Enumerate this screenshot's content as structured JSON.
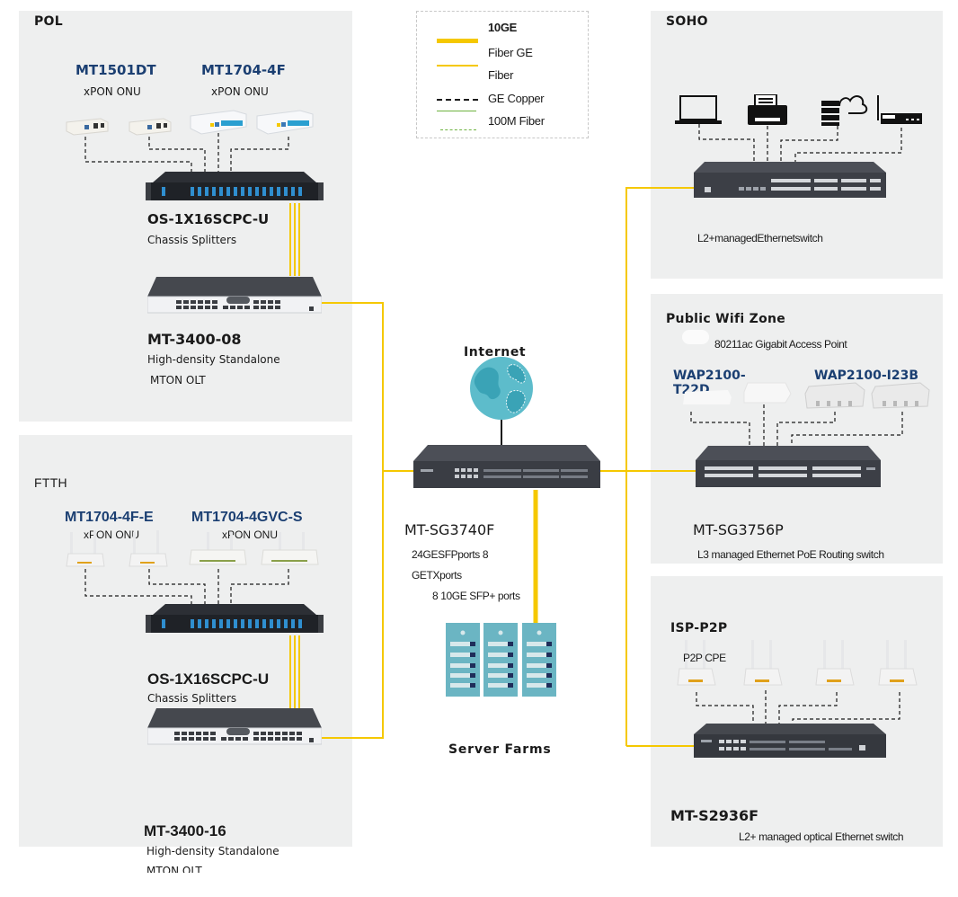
{
  "colors": {
    "zone_bg": "#eeefef",
    "fiber_10ge": "#f5c800",
    "fiber_ge": "#f5c800",
    "copper": "#1a1a1a",
    "fiber_100m": "#6db33f",
    "model_blue": "#1b3f72",
    "server_teal": "#6bb5c3"
  },
  "legend": {
    "items": [
      {
        "label": "10GE",
        "style": "thick-yellow-line"
      },
      {
        "label": "Fiber GE",
        "style": "thin-yellow-line"
      },
      {
        "label": "Fiber",
        "style": "none"
      },
      {
        "label": "GE Copper",
        "style": "black-dashed-line"
      },
      {
        "label": "100M Fiber",
        "style": "green-dashed-line"
      }
    ]
  },
  "zones": {
    "pol": {
      "title": "POL",
      "onus": [
        {
          "model": "MT1501DT",
          "type": "xPON ONU"
        },
        {
          "model": "MT1704-4F",
          "type": "xPON ONU"
        }
      ],
      "splitter": {
        "model": "OS-1X16SCPC-U",
        "desc": "Chassis Splitters"
      },
      "olt": {
        "model": "MT-3400-08",
        "desc_line1": "High-density  Standalone",
        "desc_line2": "MTON OLT"
      }
    },
    "ftth": {
      "title": "FTTH",
      "onus": [
        {
          "model": "MT1704-4F-E",
          "type": "xPON ONU"
        },
        {
          "model": "MT1704-4GVC-S",
          "type": "xPON ONU"
        }
      ],
      "splitter": {
        "model": "OS-1X16SCPC-U",
        "desc": "Chassis Splitters"
      },
      "olt": {
        "model": "MT-3400-16",
        "desc_line1": "High-density Standalone",
        "desc_line2": "MTON OLT"
      }
    },
    "soho": {
      "title": "SOHO",
      "endpoints": [
        "laptop-icon",
        "printer-icon",
        "server-cloud-icon",
        "router-icon"
      ],
      "switch": {
        "desc": "L2+managedEthernetswitch"
      }
    },
    "wifi": {
      "title": "Public Wifi  Zone",
      "ap_desc": "80211ac Gigabit Access Point",
      "aps": [
        {
          "model_line1": "WAP2100-",
          "model_line2": "T22D"
        },
        {
          "model": "WAP2100-I23B"
        }
      ],
      "switch": {
        "model": "MT-SG3756P",
        "desc": "L3 managed Ethernet PoE Routing switch"
      }
    },
    "isp": {
      "title": "ISP-P2P",
      "cpe_label": "P2P CPE",
      "switch": {
        "model": "MT-S2936F",
        "desc": "L2+ managed optical Ethernet switch"
      }
    }
  },
  "core": {
    "internet_label": "Internet",
    "switch": {
      "model": "MT-SG3740F",
      "desc_line1": "24GESFPports 8",
      "desc_line2": "GETXports",
      "desc_line3": "8 10GE SFP+ ports"
    },
    "server_farm_label": "Server Farms"
  }
}
